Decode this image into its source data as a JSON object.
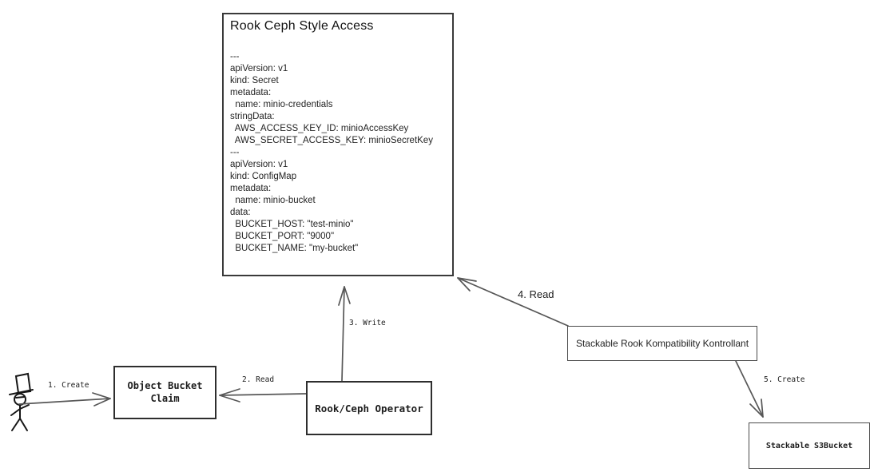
{
  "diagram": {
    "spec_box": {
      "title": "Rook Ceph Style Access",
      "yaml": "---\napiVersion: v1\nkind: Secret\nmetadata:\n  name: minio-credentials\nstringData:\n  AWS_ACCESS_KEY_ID: minioAccessKey\n  AWS_SECRET_ACCESS_KEY: minioSecretKey\n---\napiVersion: v1\nkind: ConfigMap\nmetadata:\n  name: minio-bucket\ndata:\n  BUCKET_HOST: \"test-minio\"\n  BUCKET_PORT: \"9000\"\n  BUCKET_NAME: \"my-bucket\""
    },
    "nodes": {
      "object_bucket_claim": {
        "label": "Object Bucket Claim"
      },
      "rook_ceph_operator": {
        "label": "Rook/Ceph Operator"
      },
      "stackable_kontrollant": {
        "label": "Stackable Rook Kompatibility Kontrollant"
      },
      "stackable_s3bucket": {
        "label": "Stackable S3Bucket"
      }
    },
    "edges": {
      "e1": {
        "label": "1. Create"
      },
      "e2": {
        "label": "2. Read"
      },
      "e3": {
        "label": "3. Write"
      },
      "e4": {
        "label": "4. Read"
      },
      "e5": {
        "label": "5. Create"
      }
    },
    "icons": {
      "actor": "stick-figure-person-with-top-hat"
    },
    "colors": {
      "background": "#ffffff",
      "ink": "#1c1c1c",
      "arrow_line": "#575757",
      "border_dark": "#2e2e2e",
      "border_light": "#4a4a4a"
    }
  }
}
